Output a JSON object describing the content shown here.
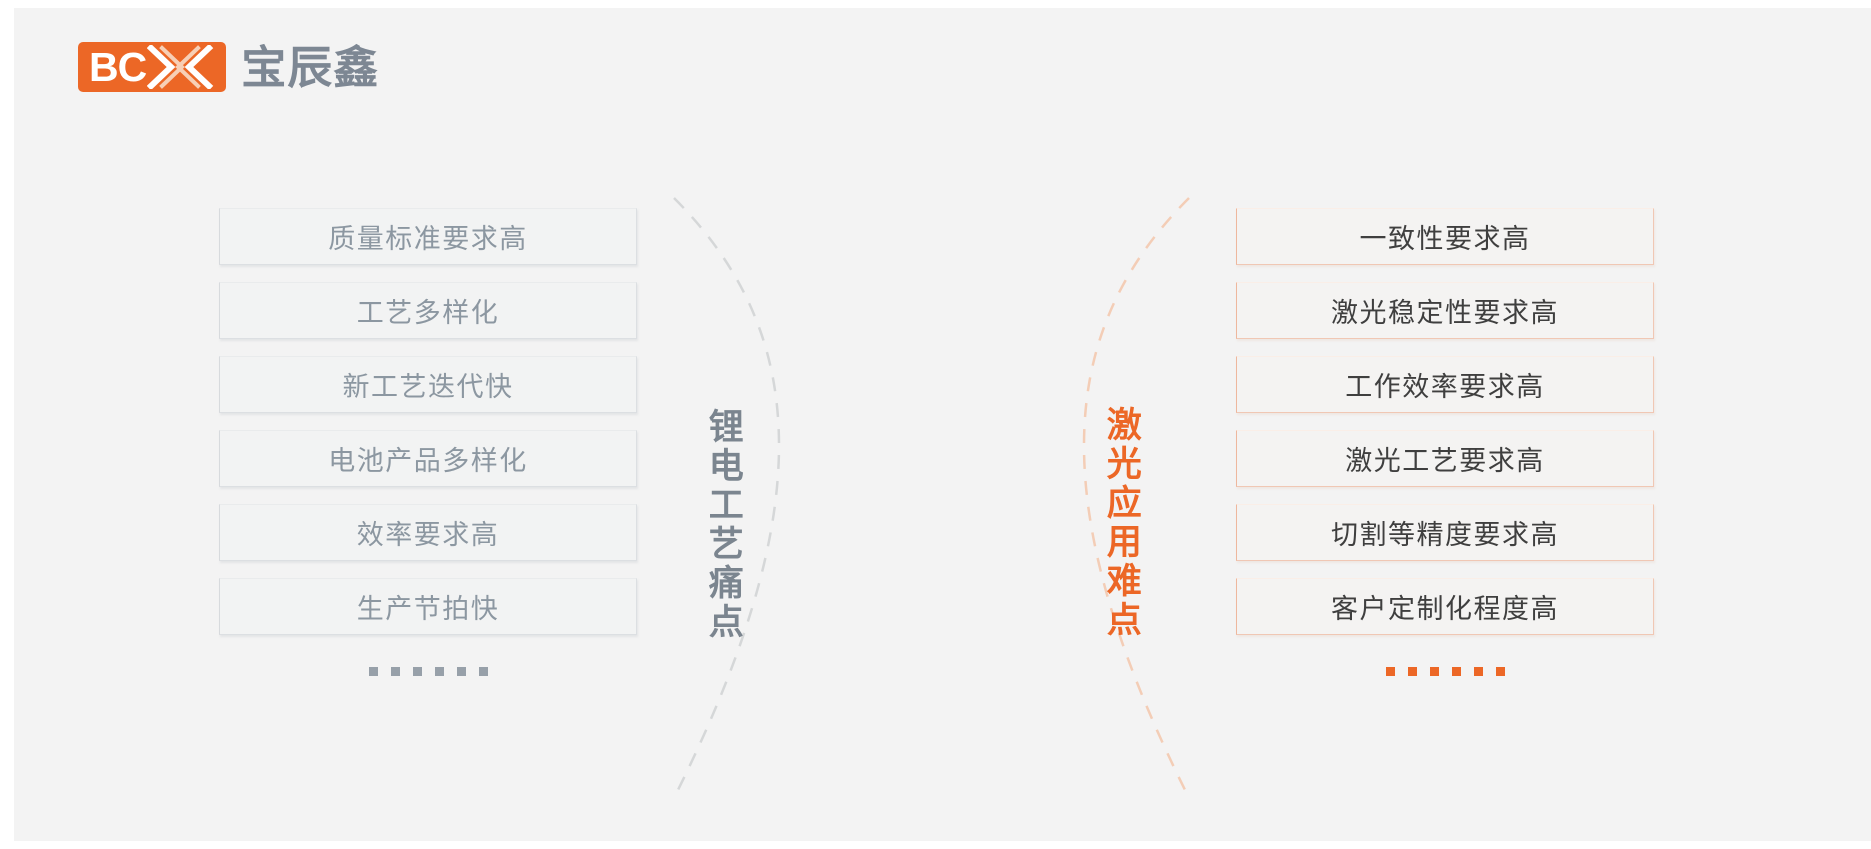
{
  "brand": {
    "mark_text": "BC",
    "mark_icon": "double-chevron-icon",
    "name_cn": "宝辰鑫",
    "accent_color": "#ec6726",
    "gray_color": "#7d8793"
  },
  "left_column": {
    "vertical_label": "锂电工艺痛点",
    "label_color": "#7b858f",
    "items": [
      "质量标准要求高",
      "工艺多样化",
      "新工艺迭代快",
      "电池产品多样化",
      "效率要求高",
      "生产节拍快"
    ],
    "ellipsis": "……",
    "ellipsis_dot_count": 6,
    "dot_color": "#97a0a9"
  },
  "right_column": {
    "vertical_label": "激光应用难点",
    "label_color": "#ec6726",
    "items": [
      "一致性要求高",
      "激光稳定性要求高",
      "工作效率要求高",
      "激光工艺要求高",
      "切割等精度要求高",
      "客户定制化程度高"
    ],
    "ellipsis": "……",
    "ellipsis_dot_count": 6,
    "dot_color": "#ec6726"
  },
  "decor": {
    "left_arc": "dashed-arc-gray",
    "right_arc": "dashed-arc-orange",
    "left_arc_color": "#d5d7d8",
    "right_arc_color": "#f3cdb6",
    "background_color": "#f3f3f3"
  }
}
